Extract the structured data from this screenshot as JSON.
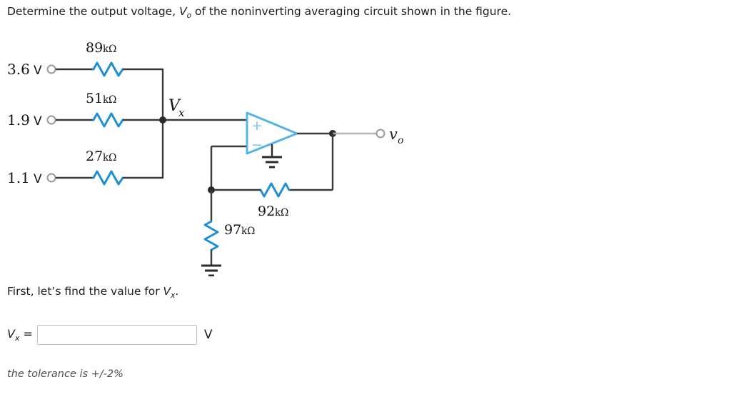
{
  "question": {
    "prefix": "Determine the output voltage, ",
    "symbol": "V",
    "symbol_sub": "o",
    "suffix": " of the noninverting averaging circuit shown in the figure."
  },
  "circuit": {
    "title": "noninverting averaging circuit",
    "sources": [
      {
        "name": "source-1",
        "value": "3.6",
        "unit": "V"
      },
      {
        "name": "source-2",
        "value": "1.9",
        "unit": "V"
      },
      {
        "name": "source-3",
        "value": "1.1",
        "unit": "V"
      }
    ],
    "input_resistors": [
      {
        "name": "R1",
        "value": "89",
        "unit": "kΩ"
      },
      {
        "name": "R2",
        "value": "51",
        "unit": "kΩ"
      },
      {
        "name": "R3",
        "value": "27",
        "unit": "kΩ"
      }
    ],
    "feedback_resistor": {
      "name": "Rf",
      "value": "92",
      "unit": "kΩ"
    },
    "gain_resistor": {
      "name": "Rg",
      "value": "97",
      "unit": "kΩ"
    },
    "node_label": {
      "symbol": "V",
      "sub": "x"
    },
    "output_label": {
      "symbol": "v",
      "sub": "o"
    },
    "opamp": {
      "plus": "+",
      "minus": "−"
    },
    "colors": {
      "resistor_blue": "#1f90d0",
      "opamp_outline": "#57b4e0",
      "opamp_sign": "#7ec3e8",
      "wire": "#3a3a3a",
      "output_wire": "#b5b5b5"
    }
  },
  "followup": {
    "prefix": "First, let’s find the value for ",
    "symbol": "V",
    "symbol_sub": "x",
    "suffix": "."
  },
  "answer": {
    "label_symbol": "V",
    "label_sub": "x",
    "label_equals": " =",
    "value": "",
    "placeholder": "",
    "unit": "V"
  },
  "tolerance": "the tolerance is +/-2%"
}
